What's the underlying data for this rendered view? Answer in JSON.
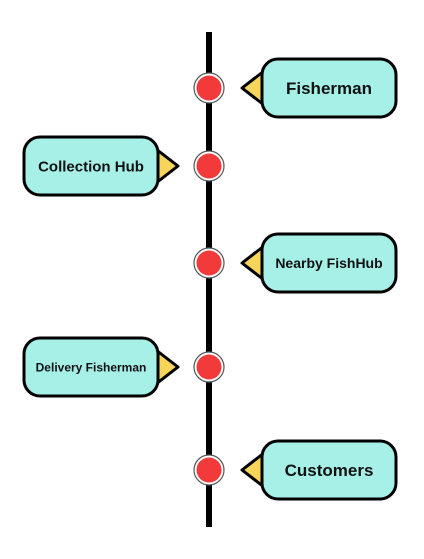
{
  "timeline": {
    "line_color": "#000000",
    "dot_color": "#f23a3a",
    "box_fill": "#a6f0e8",
    "pointer_fill": "#f6d55a",
    "steps": [
      {
        "label": "Fisherman",
        "side": "right"
      },
      {
        "label": "Collection Hub",
        "side": "left"
      },
      {
        "label": "Nearby FishHub",
        "side": "right"
      },
      {
        "label": "Delivery Fisherman",
        "side": "left"
      },
      {
        "label": "Customers",
        "side": "right"
      }
    ]
  }
}
